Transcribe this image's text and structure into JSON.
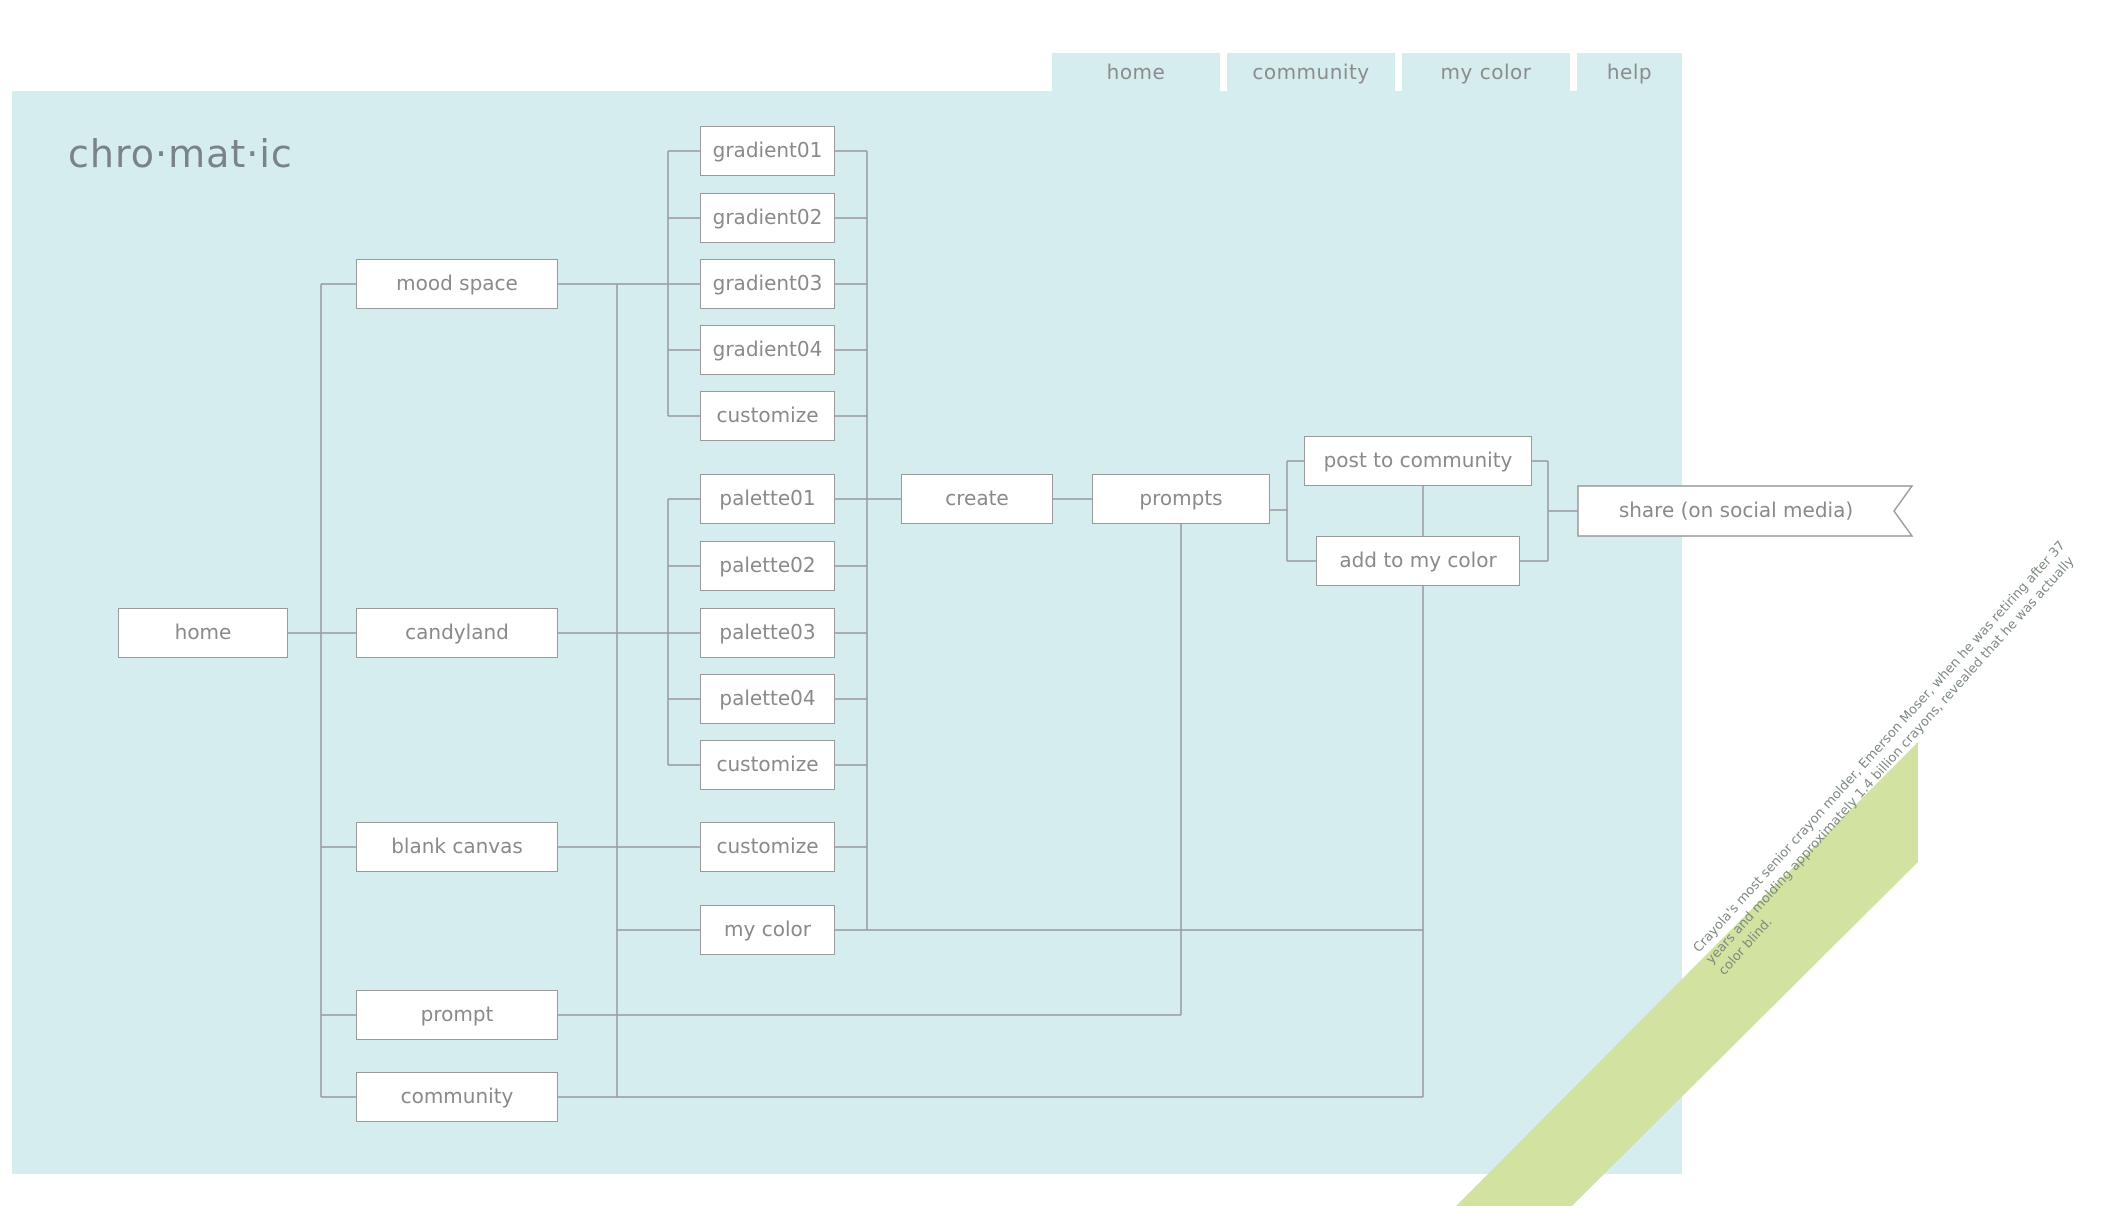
{
  "nav": {
    "tabs": [
      {
        "label": "home"
      },
      {
        "label": "community"
      },
      {
        "label": "my color"
      },
      {
        "label": "help"
      }
    ]
  },
  "logo": {
    "text": "chro·mat·ic"
  },
  "nodes": {
    "home": "home",
    "mood_space": "mood space",
    "candyland": "candyland",
    "blank_canvas": "blank canvas",
    "prompt": "prompt",
    "community": "community",
    "gradient01": "gradient01",
    "gradient02": "gradient02",
    "gradient03": "gradient03",
    "gradient04": "gradient04",
    "customize_gradient": "customize",
    "palette01": "palette01",
    "palette02": "palette02",
    "palette03": "palette03",
    "palette04": "palette04",
    "customize_palette": "customize",
    "customize_blank": "customize",
    "my_color": "my color",
    "create": "create",
    "prompts": "prompts",
    "post_to_community": "post to community",
    "add_to_my_color": "add to my color",
    "share": "share (on social media)"
  },
  "banner": {
    "text": "Crayola's most senior crayon molder, Emerson Moser, when he was retiring after 37 years and molding approximately 1.4 billion crayons, revealed that he was actually color blind."
  },
  "colors": {
    "panel": "#d5edef",
    "line": "#9a9a9a",
    "banner": "#d2e2a0",
    "text": "#8a8a8a"
  }
}
